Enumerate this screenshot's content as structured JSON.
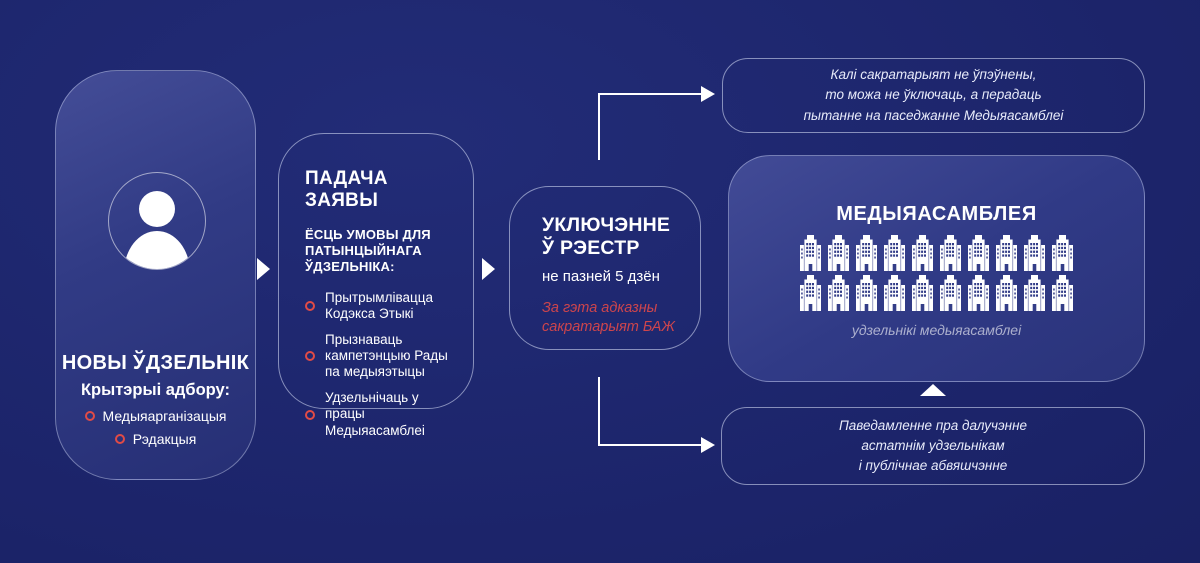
{
  "palette": {
    "background": "#1B2368",
    "panel_fill_light": "#39428C",
    "accent_red_bullet": "#E14B46",
    "accent_red_text": "#CE454C",
    "line_white": "#FFFFFF"
  },
  "icons": {
    "member": "person-icon",
    "assembly_unit": "building-icon",
    "flow_arrow": "arrow-right-icon",
    "notify_arrow": "arrow-up-icon"
  },
  "flow": {
    "new_member": {
      "title": "НОВЫ ЎДЗЕЛЬНІК",
      "subtitle": "Крытэрыі адбору:",
      "criteria": [
        "Медыяарганізацыя",
        "Рэдакцыя"
      ]
    },
    "application": {
      "title": "ПАДАЧА ЗАЯВЫ",
      "subtitle": "ЁСЦЬ УМОВЫ ДЛЯ ПАТЫНЦЫЙНАГА ЎДЗЕЛЬНІКА:",
      "conditions": [
        "Прытрымлівацца Кодэкса Этыкі",
        "Прызнаваць кампетэнцыю Рады па медыяэтыцы",
        "Удзельнічаць у працы Медыяасамблеі"
      ]
    },
    "register": {
      "title_lines": [
        "УКЛЮЧЭННЕ",
        "Ў РЭЕСТР"
      ],
      "deadline": "не пазней 5 дзён",
      "responsible_lines": [
        "За гэта адказны",
        "сакратарыят БАЖ"
      ]
    },
    "assembly": {
      "title": "МЕДЫЯАСАМБЛЕЯ",
      "caption": "удзельнікі медыяасамблеі",
      "rows": 2,
      "buildings_per_row": 10
    }
  },
  "notes": {
    "secretariat_unsure": {
      "lines": [
        "Калі сакратарыят не ўпэўнены,",
        "то можа не ўключаць, а перадаць",
        "пытанне на паседжанне Медыяасамблеі"
      ]
    },
    "notification": {
      "lines": [
        "Паведамленне пра далучэнне",
        "астатнім удзельнікам",
        "і публічнае абвяшчэнне"
      ]
    }
  }
}
